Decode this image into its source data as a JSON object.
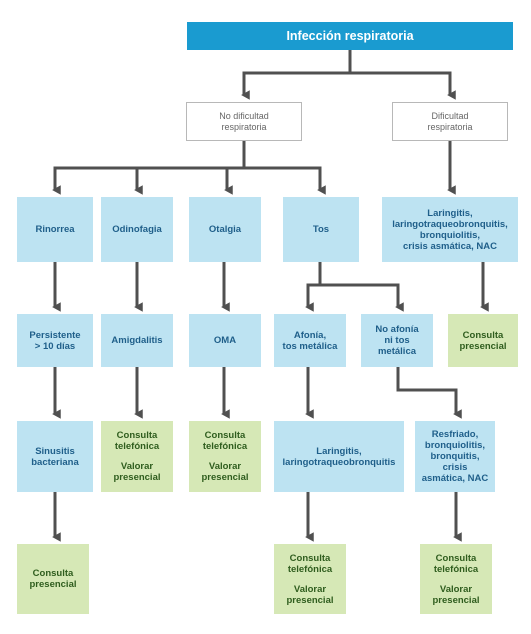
{
  "diagram": {
    "title": "Infección respiratoria",
    "no_dificultad": [
      "No dificultad",
      "respiratoria"
    ],
    "dificultad": [
      "Dificultad",
      "respiratoria"
    ],
    "rinorrea": "Rinorrea",
    "odinofagia": "Odinofagia",
    "otalgia": "Otalgia",
    "tos": "Tos",
    "dificultad_dx": [
      "Laringitis,",
      "laringotraqueobronquitis,",
      "bronquiolitis,",
      "crisis asmática, NAC"
    ],
    "persistente": [
      "Persistente",
      "> 10 días"
    ],
    "amigdalitis": "Amigdalitis",
    "oma": "OMA",
    "afonia": [
      "Afonía,",
      "tos metálica"
    ],
    "no_afonia": [
      "No afonía",
      "ni tos",
      "metálica"
    ],
    "consulta_presencial_top": [
      "Consulta",
      "presencial"
    ],
    "sinusitis": [
      "Sinusitis",
      "bacteriana"
    ],
    "odino_action": [
      "Consulta",
      "telefónica",
      "Valorar",
      "presencial"
    ],
    "otalgia_action": [
      "Consulta",
      "telefónica",
      "Valorar",
      "presencial"
    ],
    "laringitis": [
      "Laringitis,",
      "laringotraqueobronquitis"
    ],
    "resfriado": [
      "Resfriado,",
      "bronquiolitis,",
      "bronquitis,",
      "crisis",
      "asmática, NAC"
    ],
    "consulta_presencial_bottom": [
      "Consulta",
      "presencial"
    ],
    "afonia_action": [
      "Consulta",
      "telefónica",
      "Valorar",
      "presencial"
    ],
    "no_afonia_action": [
      "Consulta",
      "telefónica",
      "Valorar",
      "presencial"
    ]
  }
}
